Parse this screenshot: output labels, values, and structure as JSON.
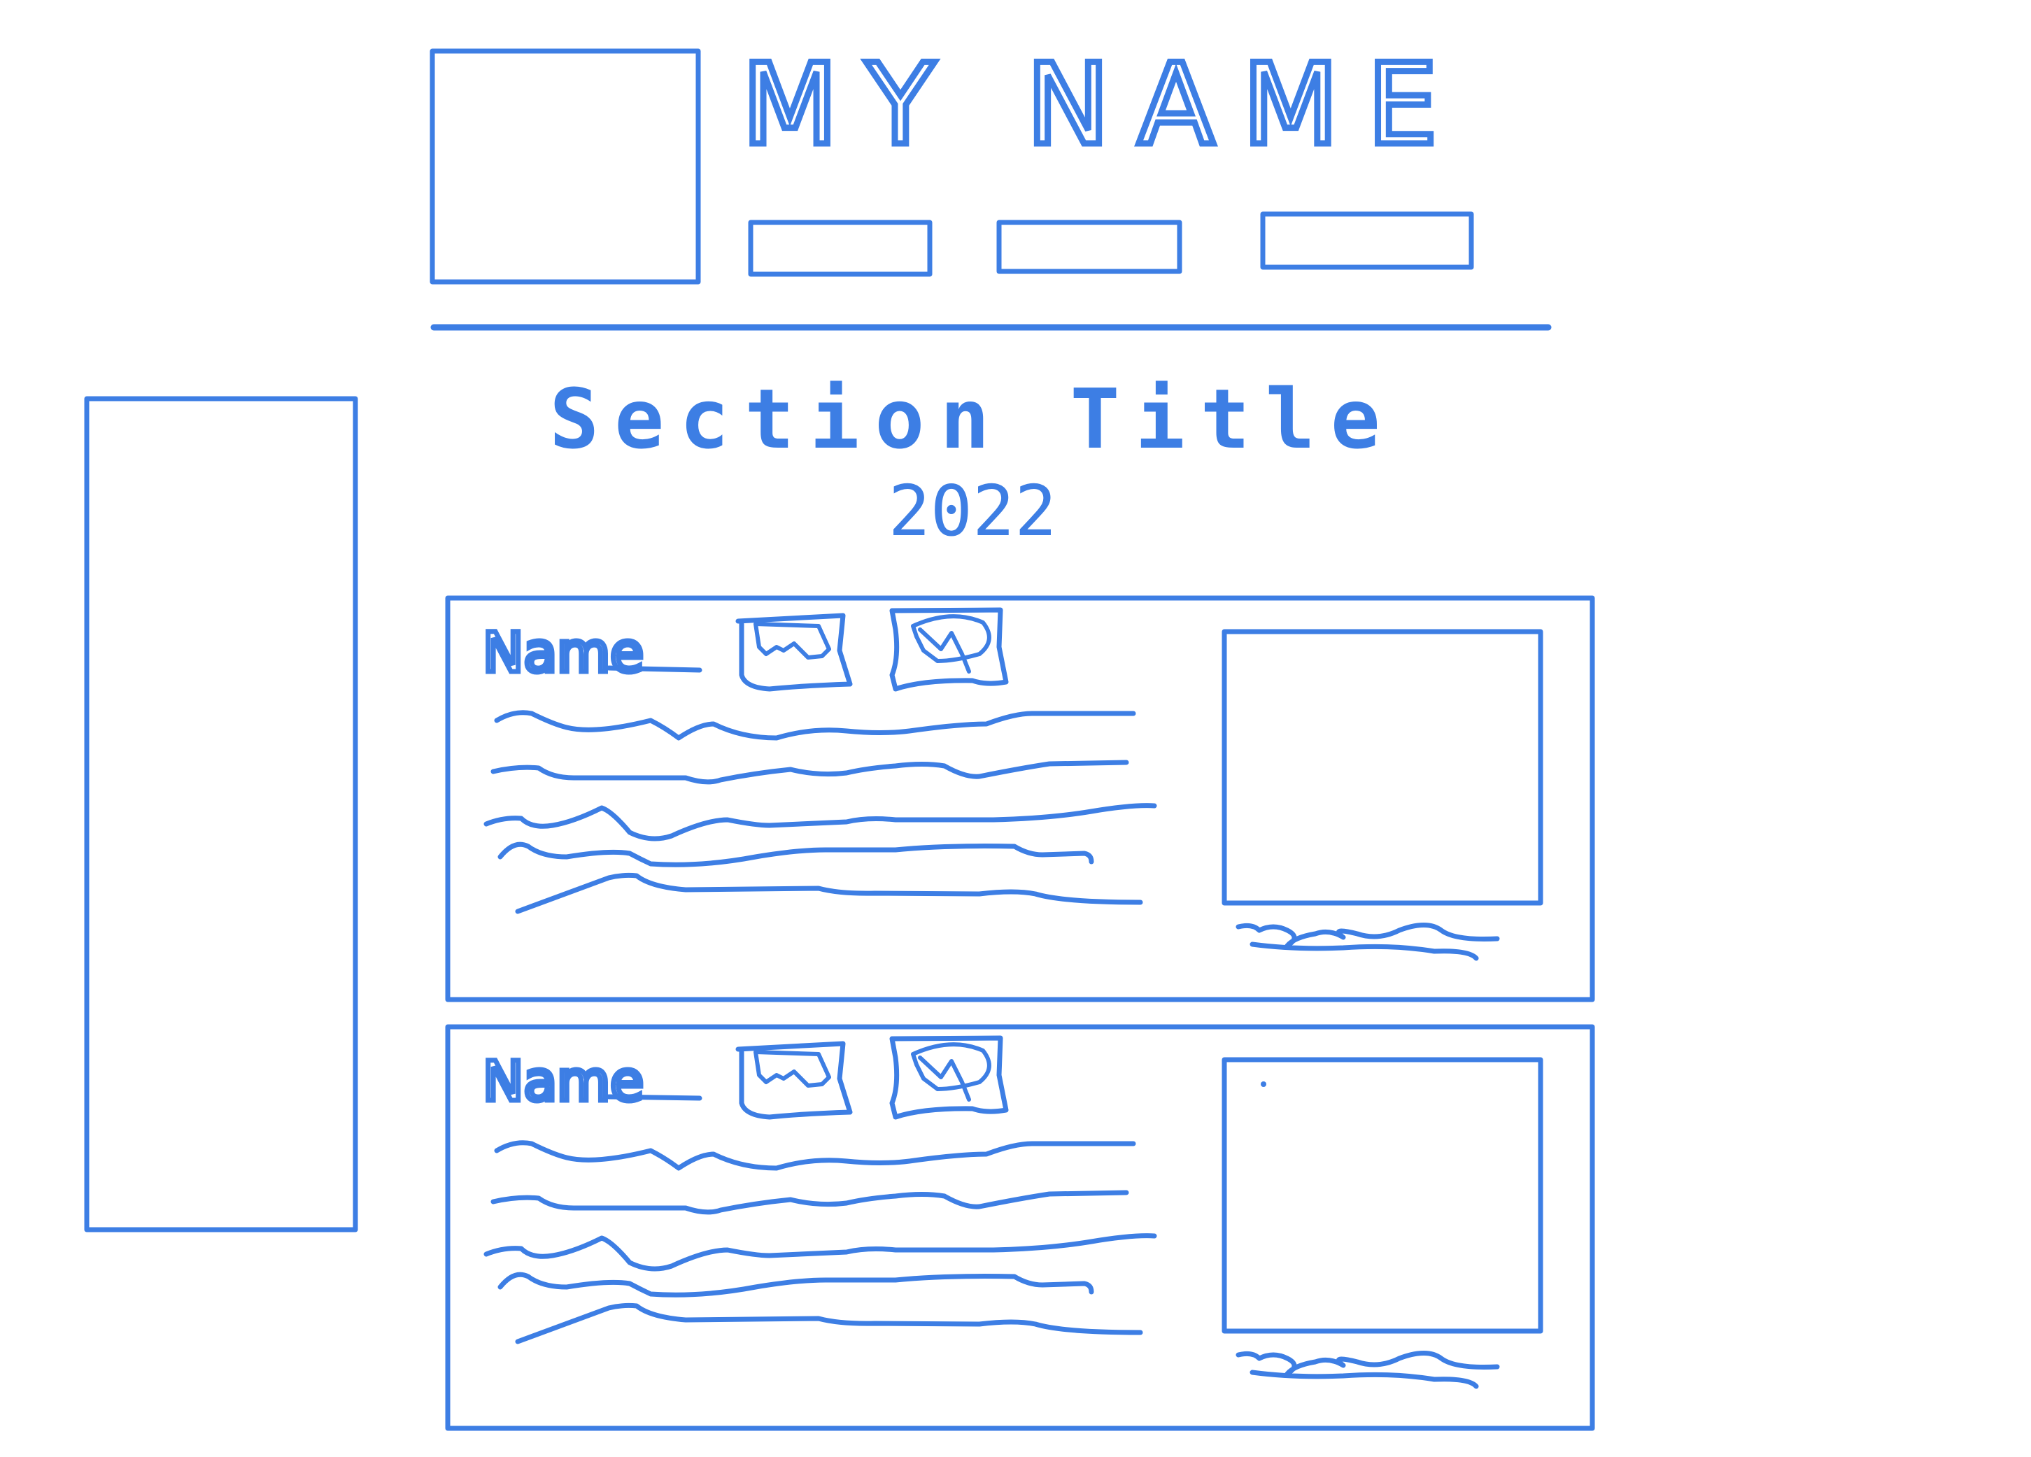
{
  "header": {
    "site_name": "MY NAME",
    "nav_buttons": [
      {
        "name": "nav-button-1"
      },
      {
        "name": "nav-button-2"
      },
      {
        "name": "nav-button-3"
      }
    ]
  },
  "section": {
    "title": "Section Title",
    "year": "2022"
  },
  "cards": [
    {
      "name": "Name",
      "icons": [
        "image-icon",
        "map-icon"
      ]
    },
    {
      "name": "Name",
      "icons": [
        "image-icon",
        "map-icon"
      ]
    }
  ],
  "colors": {
    "ink": "#3d7ee4",
    "background": "#ffffff"
  }
}
